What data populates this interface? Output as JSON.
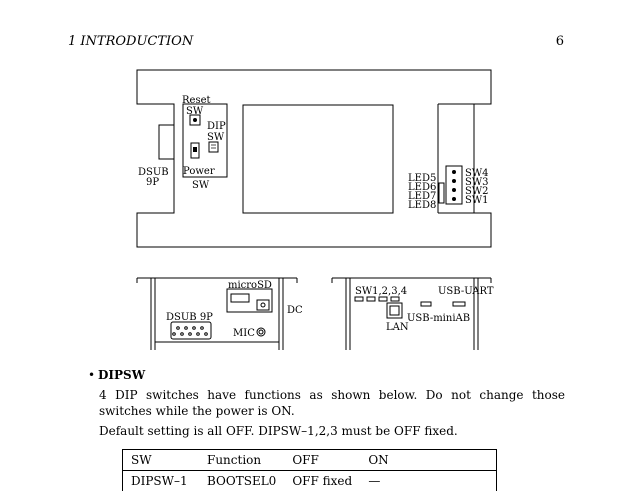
{
  "header": {
    "section": "1   INTRODUCTION",
    "page_number": "6"
  },
  "board_top": {
    "reset_label_1": "Reset",
    "reset_label_2": "SW",
    "dip_label_1": "DIP",
    "dip_label_2": "SW",
    "power_label_1": "Power",
    "power_label_2": "SW",
    "dsub_label_1": "DSUB",
    "dsub_label_2": "9P",
    "leds": [
      "LED5",
      "LED6",
      "LED7",
      "LED8"
    ],
    "switches": [
      "SW4",
      "SW3",
      "SW2",
      "SW1"
    ]
  },
  "side_left": {
    "microsd": "microSD",
    "dsub9p": "DSUB 9P",
    "mic": "MIC",
    "dc": "DC"
  },
  "side_right": {
    "sw1234": "SW1,2,3,4",
    "usb_uart": "USB-UART",
    "usb_miniab": "USB-miniAB",
    "lan": "LAN"
  },
  "section": {
    "bullet": "•",
    "title": "DIPSW",
    "para1": "4 DIP switches have functions as shown below. Do not change those switches while the power is ON.",
    "para2": "Default setting is all OFF. DIPSW–1,2,3 must be OFF fixed."
  },
  "table": {
    "headers": [
      "SW",
      "Function",
      "OFF",
      "ON"
    ],
    "rows": [
      [
        "DIPSW–1",
        "BOOTSEL0",
        "OFF fixed",
        "—"
      ]
    ]
  }
}
